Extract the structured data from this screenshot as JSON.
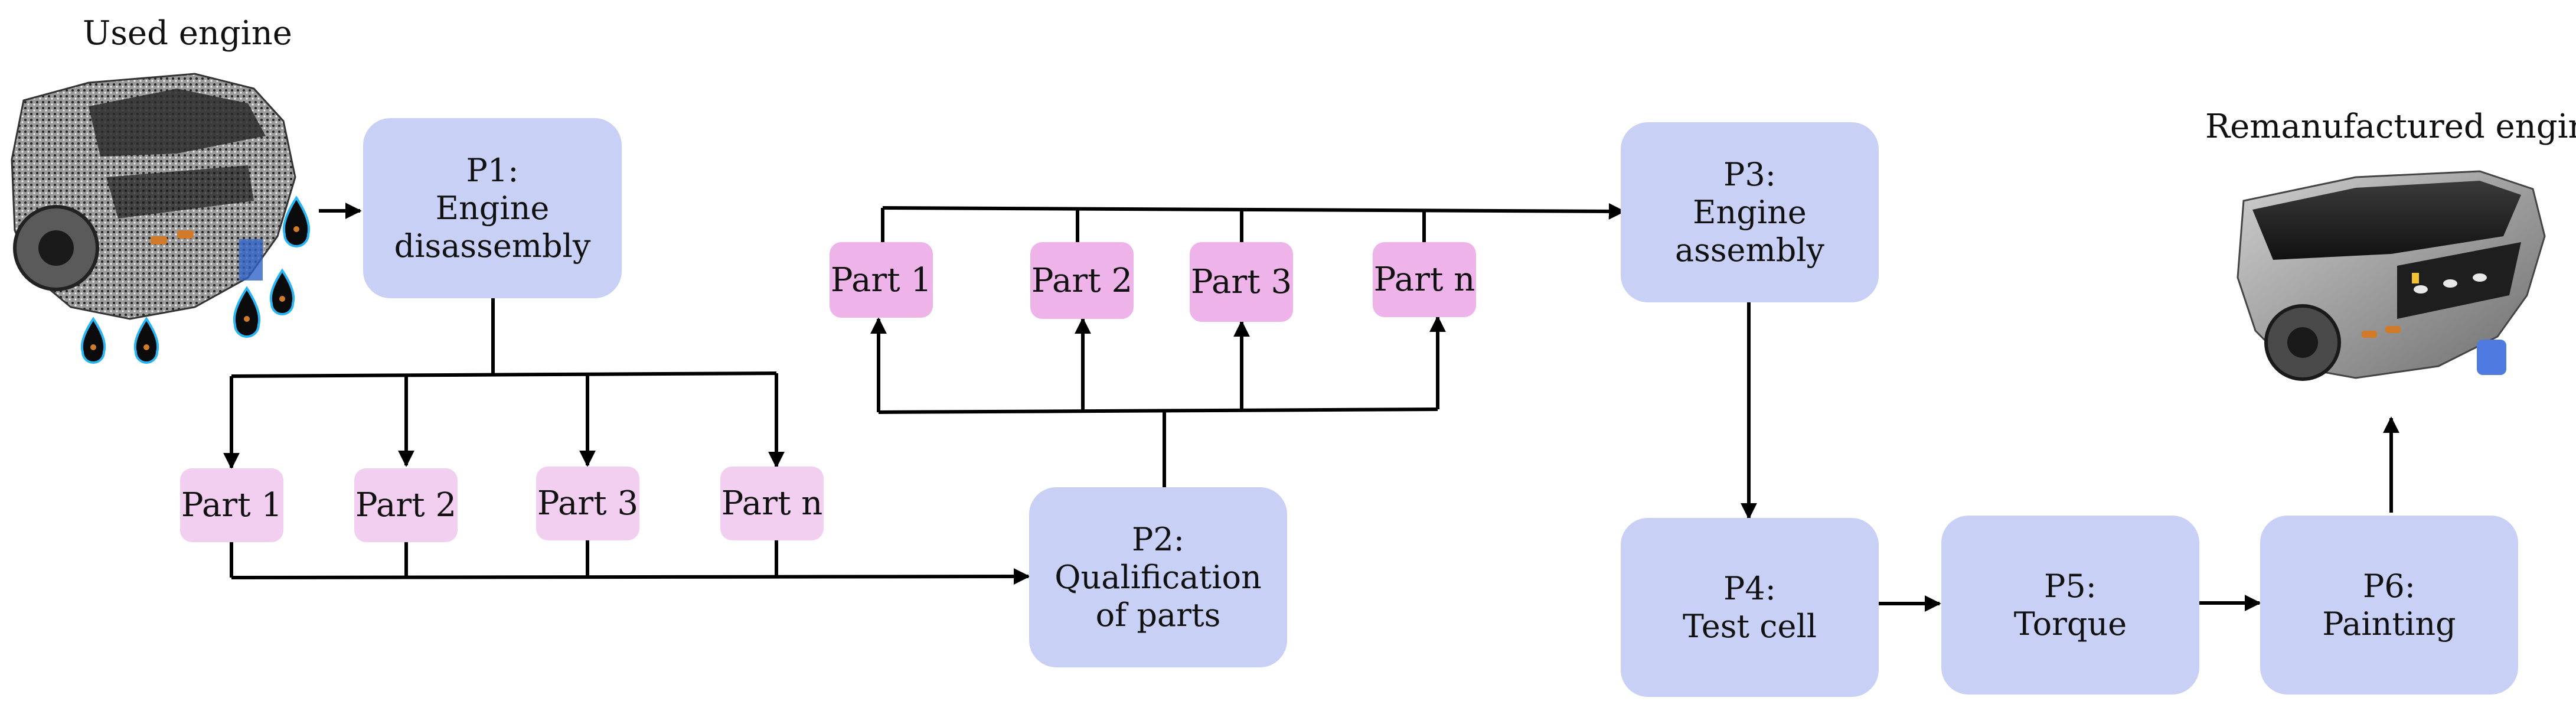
{
  "labels": {
    "used_engine": "Used engine",
    "remanufactured_engine": "Remanufactured engine"
  },
  "processes": {
    "p1": [
      "P1:",
      "Engine",
      "disassembly"
    ],
    "p2": [
      "P2:",
      "Qualification",
      "of parts"
    ],
    "p3": [
      "P3:",
      "Engine",
      "assembly"
    ],
    "p4": [
      "P4:",
      "Test cell"
    ],
    "p5": [
      "P5:",
      "Torque"
    ],
    "p6": [
      "P6:",
      "Painting"
    ]
  },
  "parts_after_disassembly": [
    "Part 1",
    "Part 2",
    "Part 3",
    "Part n"
  ],
  "parts_after_qualification": [
    "Part 1",
    "Part 2",
    "Part 3",
    "Part n"
  ],
  "colors": {
    "process_box": "#c8d0f5",
    "part_light": "#f2cef0",
    "part_dark": "#eeb4ea",
    "arrow": "#000000"
  }
}
